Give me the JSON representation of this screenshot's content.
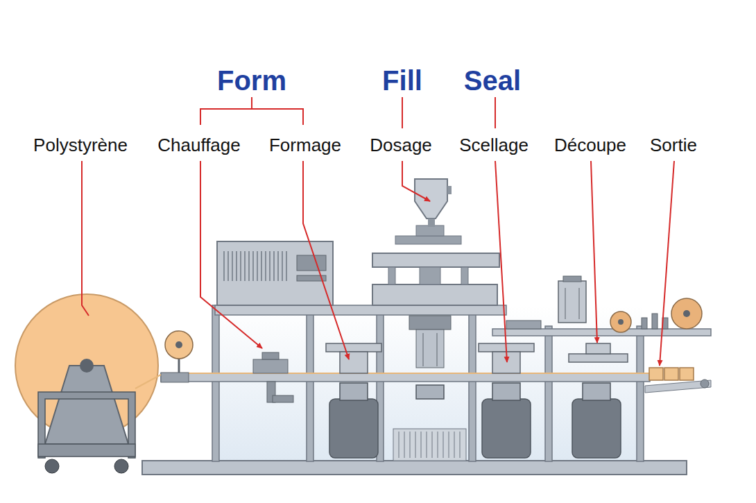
{
  "diagram": {
    "labels": [
      "Form",
      "Fill",
      "Seal",
      "Polystyrène",
      "Chauffage",
      "Formage",
      "Dosage",
      "Scellage",
      "Découpe",
      "Sortie"
    ]
  }
}
